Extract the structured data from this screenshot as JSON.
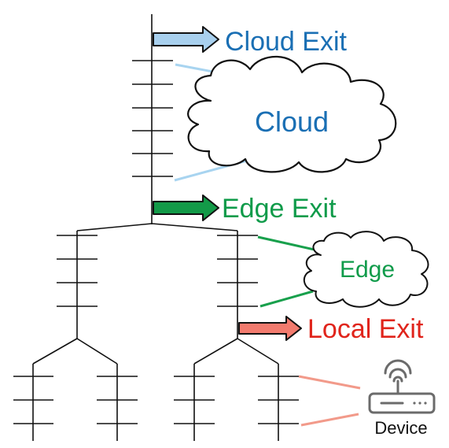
{
  "labels": {
    "cloud_exit": "Cloud Exit",
    "cloud": "Cloud",
    "edge_exit": "Edge Exit",
    "edge": "Edge",
    "local_exit": "Local Exit",
    "device": "Device"
  },
  "colors": {
    "cloud_label": "#1a6fb4",
    "cloud_exit_arrow": "#a8d0ee",
    "cloud_link": "#a8d4f0",
    "edge_label": "#0f9b4a",
    "edge_exit_arrow": "#139a48",
    "edge_link": "#18a04c",
    "local_label": "#e0241b",
    "local_exit_arrow": "#f27b6e",
    "device_link": "#f29a8a",
    "tree": "#111111"
  },
  "icons": [
    "cloud-shape",
    "edge-cloud-shape",
    "router-icon"
  ]
}
